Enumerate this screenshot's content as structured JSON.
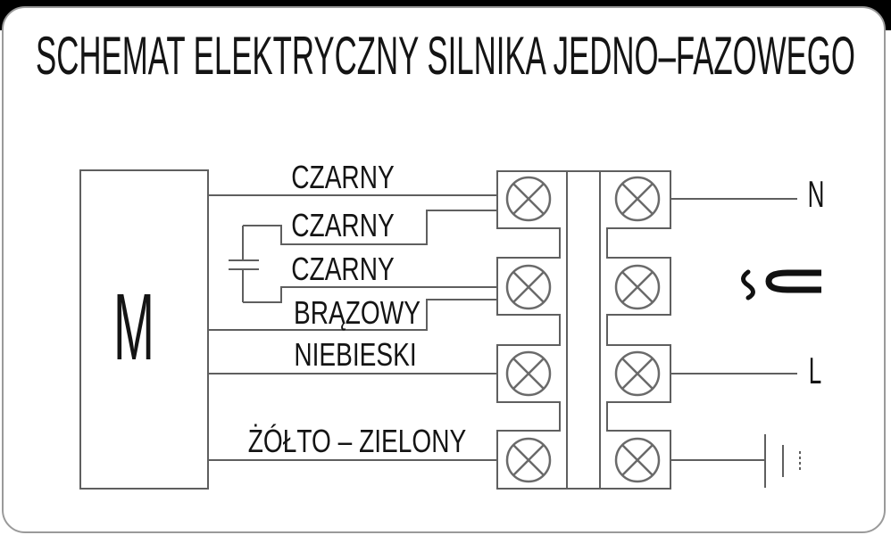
{
  "title": "SCHEMAT ELEKTRYCZNY SILNIKA JEDNO–FAZOWEGO",
  "motor": {
    "label": "M"
  },
  "wire_labels": {
    "czarny_1": "CZARNY",
    "czarny_2": "CZARNY",
    "czarny_3": "CZARNY",
    "brazowy": "BRĄZOWY",
    "niebieski": "NIEBIESKI",
    "zolto_zielony": "ŻÓŁTO – ZIELONY"
  },
  "supply": {
    "neutral": "N",
    "line": "L"
  },
  "terminal_block": {
    "rows": 4,
    "columns": 2,
    "terminal_symbol": "circle-with-x"
  },
  "symbols": {
    "left_branch": "capacitor",
    "right_top": "ac-plug",
    "right_bottom": "earth-ground"
  },
  "colors": {
    "line": "#5f5f5f",
    "text": "#141414",
    "background": "#ffffff",
    "top_bar": "#000000",
    "card_border": "#9a9a9a",
    "symbol_black": "#111111"
  }
}
